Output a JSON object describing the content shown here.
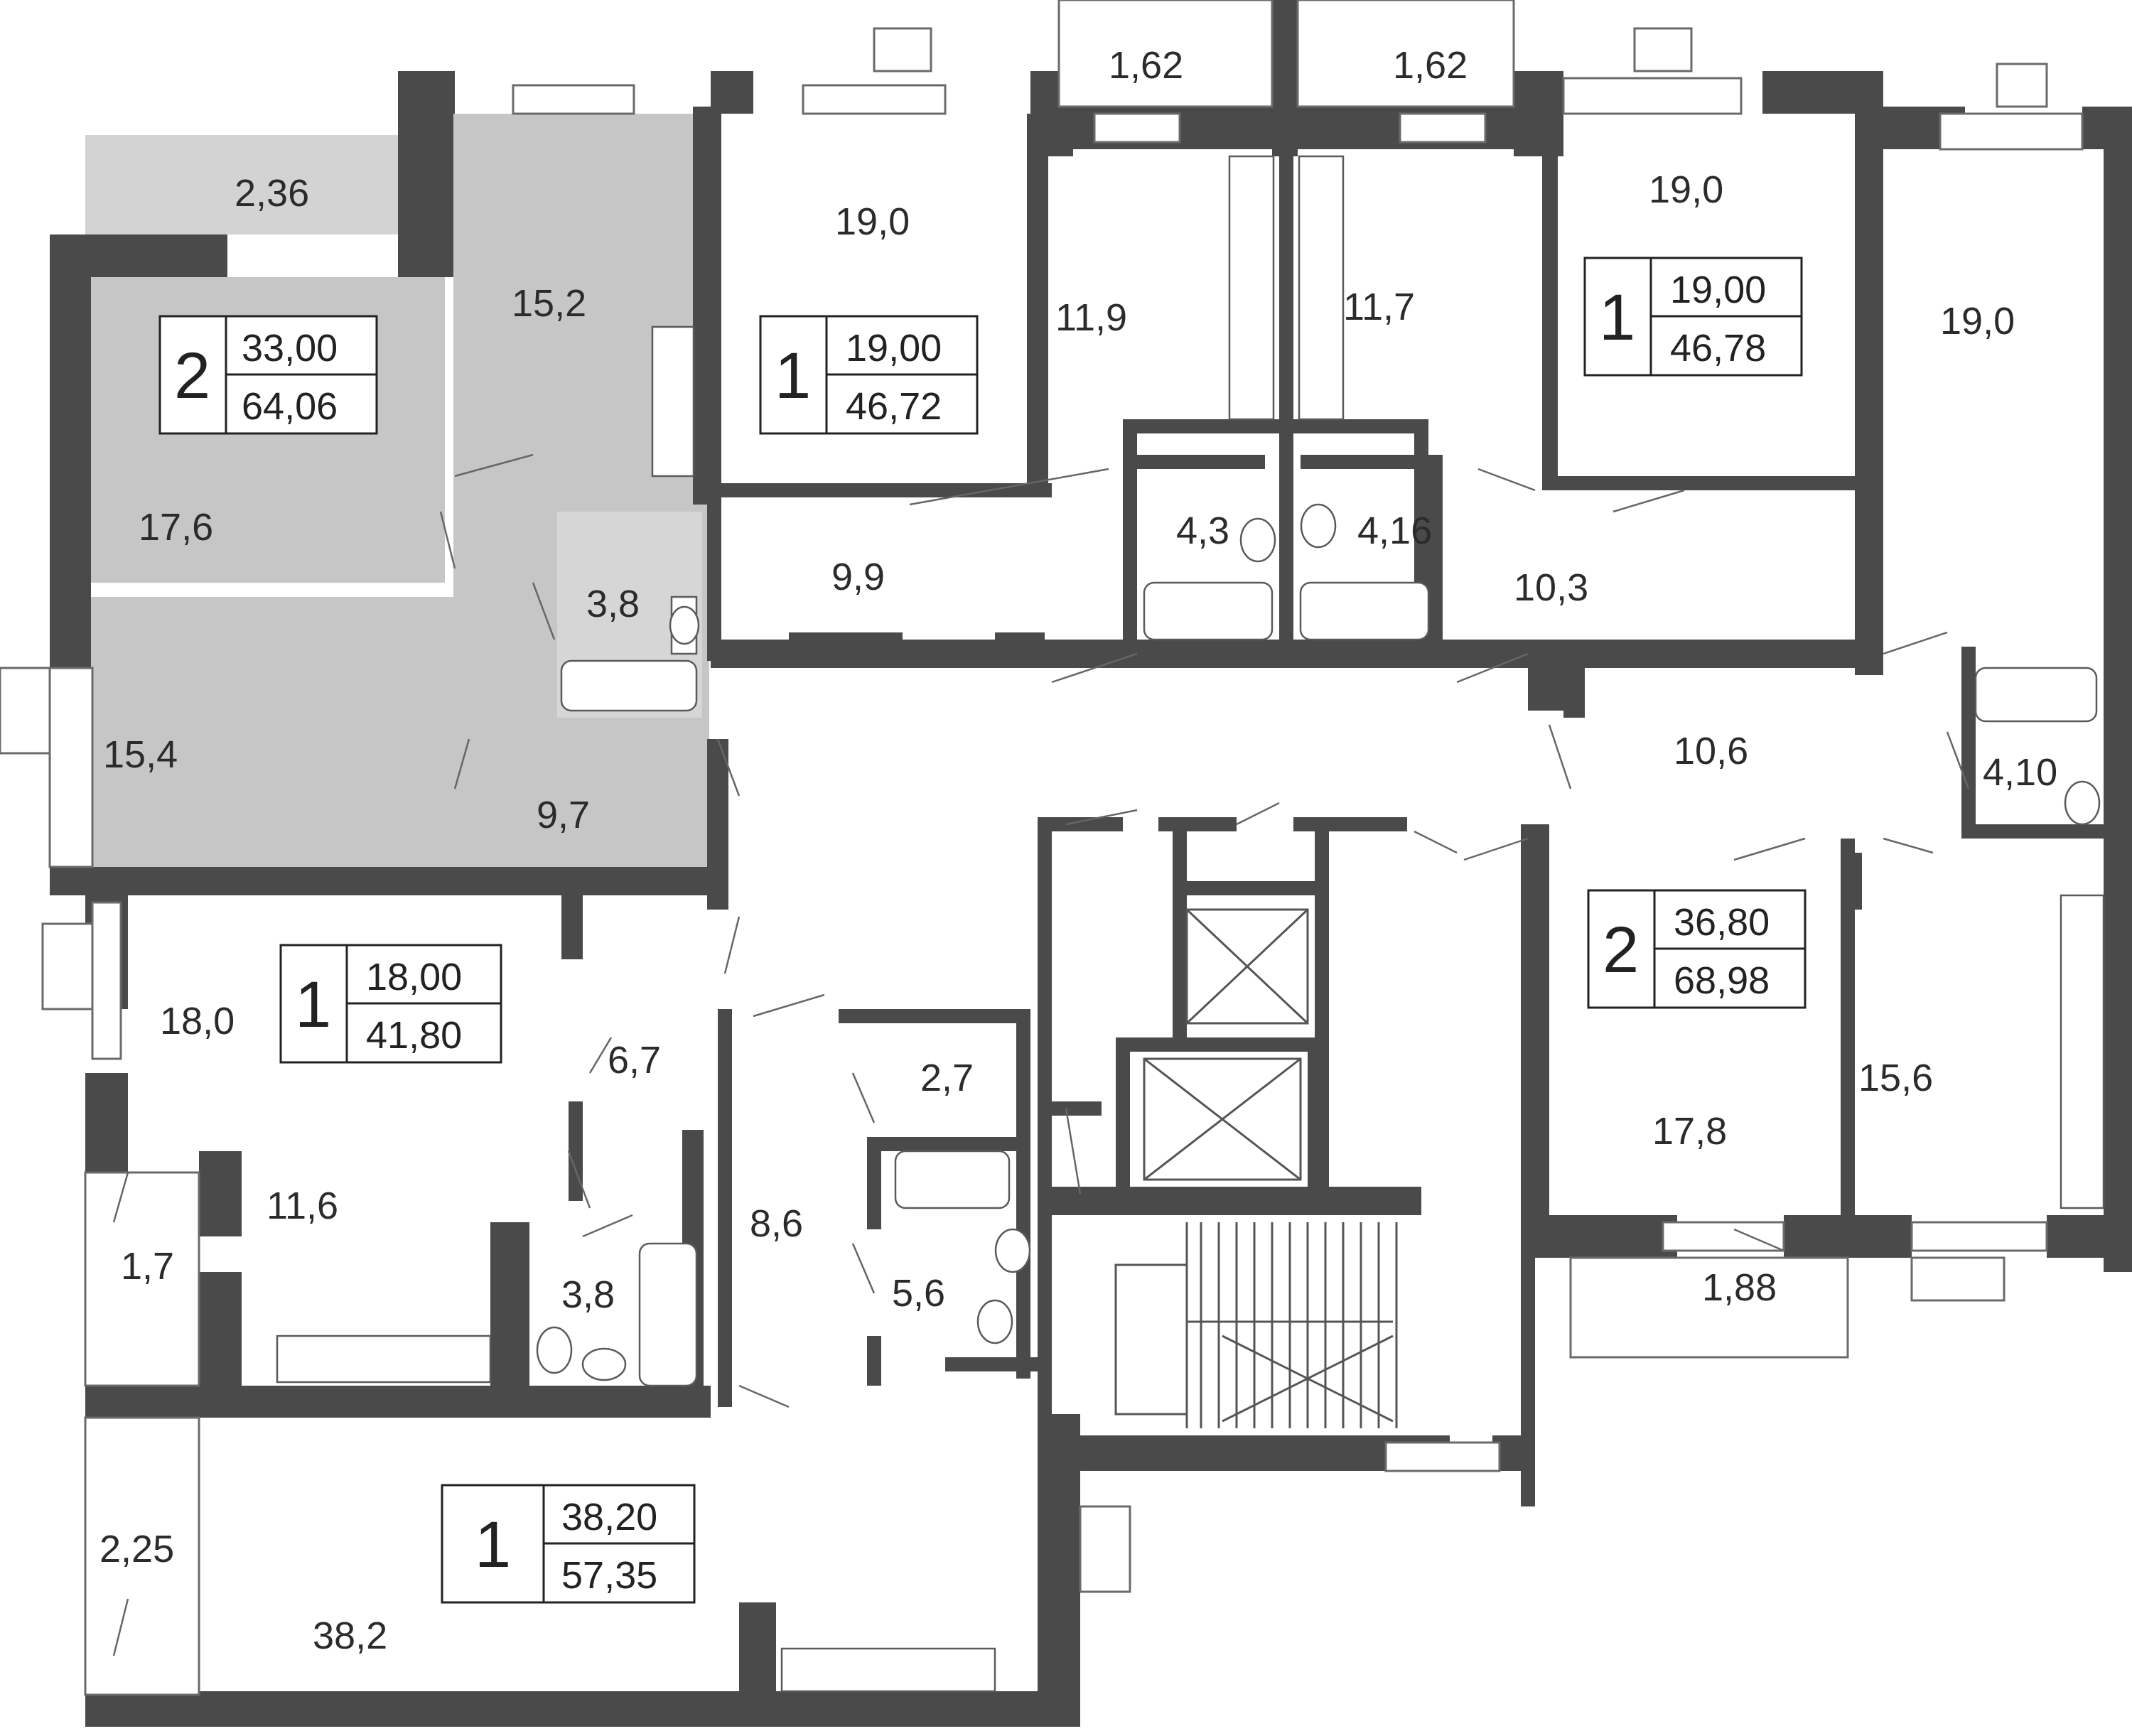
{
  "colors": {
    "wall": "#4a4a4a",
    "highlight": "#c6c6c6",
    "balcony": "#d3d3d3",
    "background": "#ffffff",
    "text": "#2b2b2b"
  },
  "rooms": [
    {
      "id": "r-2-36",
      "label": "2,36"
    },
    {
      "id": "r-15-2",
      "label": "15,2"
    },
    {
      "id": "r-17-6",
      "label": "17,6"
    },
    {
      "id": "r-3-8-a",
      "label": "3,8"
    },
    {
      "id": "r-15-4",
      "label": "15,4"
    },
    {
      "id": "r-9-7",
      "label": "9,7"
    },
    {
      "id": "r-19-0-a",
      "label": "19,0"
    },
    {
      "id": "r-9-9",
      "label": "9,9"
    },
    {
      "id": "r-1-62-a",
      "label": "1,62"
    },
    {
      "id": "r-1-62-b",
      "label": "1,62"
    },
    {
      "id": "r-11-9",
      "label": "11,9"
    },
    {
      "id": "r-11-7",
      "label": "11,7"
    },
    {
      "id": "r-4-3",
      "label": "4,3"
    },
    {
      "id": "r-4-16",
      "label": "4,16"
    },
    {
      "id": "r-19-0-b",
      "label": "19,0"
    },
    {
      "id": "r-19-0-c",
      "label": "19,0"
    },
    {
      "id": "r-10-3",
      "label": "10,3"
    },
    {
      "id": "r-10-6",
      "label": "10,6"
    },
    {
      "id": "r-4-10",
      "label": "4,10"
    },
    {
      "id": "r-18-0",
      "label": "18,0"
    },
    {
      "id": "r-6-7",
      "label": "6,7"
    },
    {
      "id": "r-2-7",
      "label": "2,7"
    },
    {
      "id": "r-1-7",
      "label": "1,7"
    },
    {
      "id": "r-11-6",
      "label": "11,6"
    },
    {
      "id": "r-8-6",
      "label": "8,6"
    },
    {
      "id": "r-3-8-b",
      "label": "3,8"
    },
    {
      "id": "r-5-6",
      "label": "5,6"
    },
    {
      "id": "r-17-8",
      "label": "17,8"
    },
    {
      "id": "r-15-6",
      "label": "15,6"
    },
    {
      "id": "r-1-88",
      "label": "1,88"
    },
    {
      "id": "r-2-25",
      "label": "2,25"
    },
    {
      "id": "r-38-2",
      "label": "38,2"
    }
  ],
  "apartments": [
    {
      "rooms": "2",
      "living_area": "33,00",
      "total_area": "64,06"
    },
    {
      "rooms": "1",
      "living_area": "19,00",
      "total_area": "46,72"
    },
    {
      "rooms": "1",
      "living_area": "19,00",
      "total_area": "46,78"
    },
    {
      "rooms": "1",
      "living_area": "18,00",
      "total_area": "41,80"
    },
    {
      "rooms": "2",
      "living_area": "36,80",
      "total_area": "68,98"
    },
    {
      "rooms": "1",
      "living_area": "38,20",
      "total_area": "57,35"
    }
  ]
}
